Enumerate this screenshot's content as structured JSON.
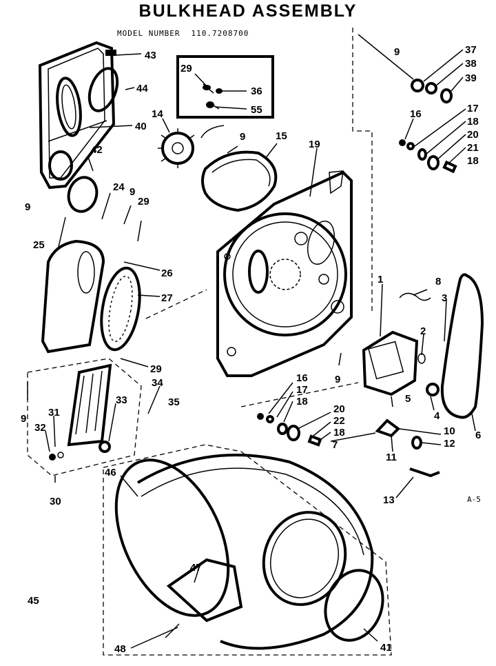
{
  "title": "BULKHEAD ASSEMBLY",
  "model_label": "MODEL NUMBER",
  "model_number": "110.7208700",
  "page_ref": "A-5",
  "callouts": [
    {
      "id": "c43",
      "text": "43"
    },
    {
      "id": "c44",
      "text": "44"
    },
    {
      "id": "c40",
      "text": "40"
    },
    {
      "id": "c42",
      "text": "42"
    },
    {
      "id": "c9a",
      "text": "9"
    },
    {
      "id": "c29a",
      "text": "29"
    },
    {
      "id": "c36",
      "text": "36"
    },
    {
      "id": "c55",
      "text": "55"
    },
    {
      "id": "c14",
      "text": "14"
    },
    {
      "id": "c9b",
      "text": "9"
    },
    {
      "id": "c15",
      "text": "15"
    },
    {
      "id": "c19",
      "text": "19"
    },
    {
      "id": "c9c",
      "text": "9"
    },
    {
      "id": "c37",
      "text": "37"
    },
    {
      "id": "c38",
      "text": "38"
    },
    {
      "id": "c39",
      "text": "39"
    },
    {
      "id": "c16a",
      "text": "16"
    },
    {
      "id": "c17a",
      "text": "17"
    },
    {
      "id": "c18a",
      "text": "18"
    },
    {
      "id": "c20a",
      "text": "20"
    },
    {
      "id": "c21",
      "text": "21"
    },
    {
      "id": "c18b",
      "text": "18"
    },
    {
      "id": "c24",
      "text": "24"
    },
    {
      "id": "c9d",
      "text": "9"
    },
    {
      "id": "c29b",
      "text": "29"
    },
    {
      "id": "c25",
      "text": "25"
    },
    {
      "id": "c26",
      "text": "26"
    },
    {
      "id": "c27",
      "text": "27"
    },
    {
      "id": "c8",
      "text": "8"
    },
    {
      "id": "c3",
      "text": "3"
    },
    {
      "id": "c1",
      "text": "1"
    },
    {
      "id": "c2",
      "text": "2"
    },
    {
      "id": "c29c",
      "text": "29"
    },
    {
      "id": "c34",
      "text": "34"
    },
    {
      "id": "c35",
      "text": "35"
    },
    {
      "id": "c33",
      "text": "33"
    },
    {
      "id": "c9e",
      "text": "9"
    },
    {
      "id": "c31",
      "text": "31"
    },
    {
      "id": "c32",
      "text": "32"
    },
    {
      "id": "c30",
      "text": "30"
    },
    {
      "id": "c9f",
      "text": "9"
    },
    {
      "id": "c16b",
      "text": "16"
    },
    {
      "id": "c17b",
      "text": "17"
    },
    {
      "id": "c18c",
      "text": "18"
    },
    {
      "id": "c20b",
      "text": "20"
    },
    {
      "id": "c22",
      "text": "22"
    },
    {
      "id": "c18d",
      "text": "18"
    },
    {
      "id": "c7",
      "text": "7"
    },
    {
      "id": "c5",
      "text": "5"
    },
    {
      "id": "c4",
      "text": "4"
    },
    {
      "id": "c6",
      "text": "6"
    },
    {
      "id": "c10",
      "text": "10"
    },
    {
      "id": "c12",
      "text": "12"
    },
    {
      "id": "c11",
      "text": "11"
    },
    {
      "id": "c13",
      "text": "13"
    },
    {
      "id": "c46",
      "text": "46"
    },
    {
      "id": "c47",
      "text": "47"
    },
    {
      "id": "c45",
      "text": "45"
    },
    {
      "id": "c48",
      "text": "48"
    },
    {
      "id": "c41",
      "text": "41"
    }
  ]
}
